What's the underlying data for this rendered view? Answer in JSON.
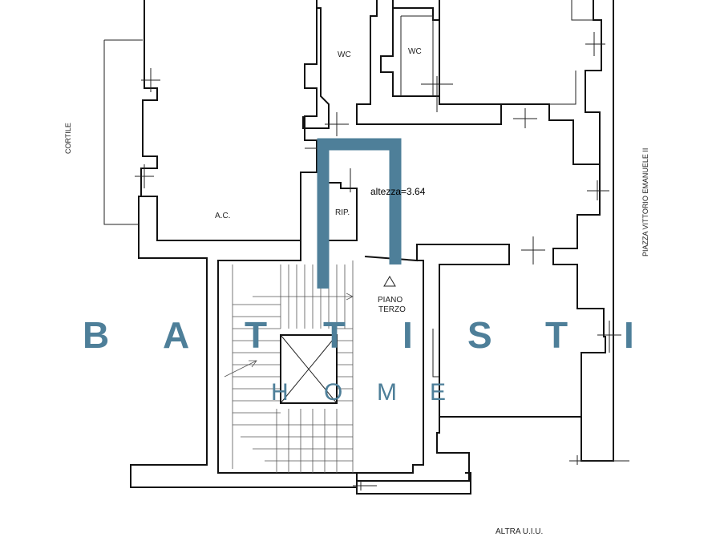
{
  "labels": {
    "wc_1": "WC",
    "wc_2": "WC",
    "cortile": "CORTILE",
    "ac": "A.C.",
    "rip": "RIP.",
    "altezza": "altezza=3.64",
    "piano_line1": "PIANO",
    "piano_line2": "TERZO",
    "piazza": "PIAZZA VITTORIO EMANUELE II",
    "altra": "ALTRA U.I.U."
  },
  "watermark": {
    "letters": [
      "B",
      "A",
      "T",
      "T",
      "I",
      "S",
      "T",
      "I"
    ],
    "subtitle_letters": [
      "H",
      "O",
      "M",
      "E"
    ],
    "color": "#4e7f99"
  },
  "highlight_color": "#4e7f99"
}
